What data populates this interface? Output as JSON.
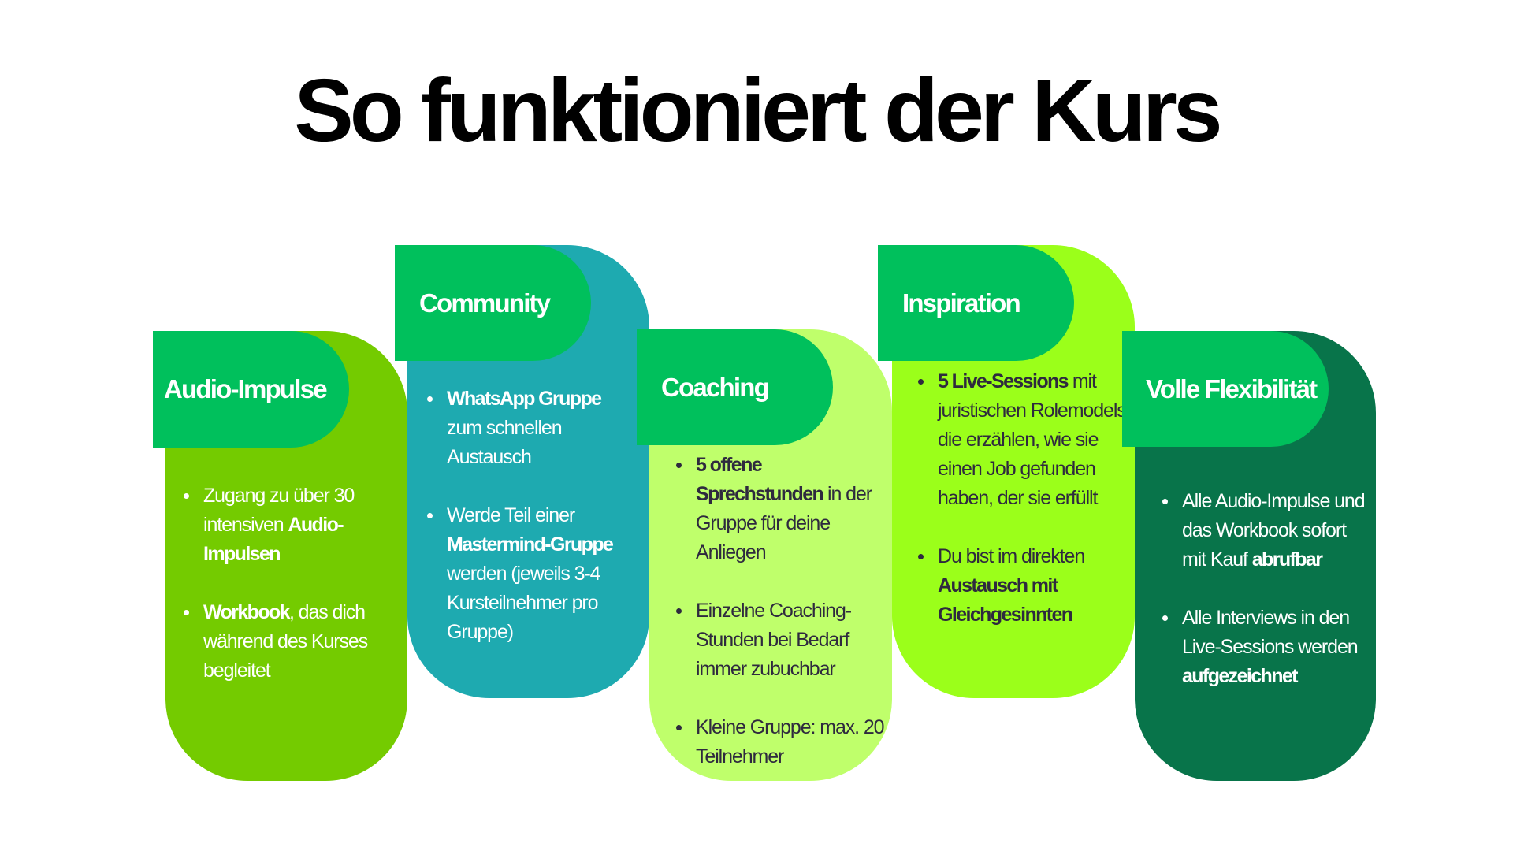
{
  "page": {
    "title": "So funktioniert der Kurs"
  },
  "colors": {
    "tab_green": "#00c05c",
    "audio_card": "#74cb00",
    "community_card": "#1eaab0",
    "coaching_card": "#bfff6b",
    "inspiration_card": "#9bff1a",
    "flex_card": "#08744a",
    "light_text": "#ffffff",
    "dark_text": "#2e2a3e"
  },
  "cards": [
    {
      "title": "Audio-Impulse",
      "items": [
        {
          "parts": [
            "Zugang zu über 30 intensiven ",
            "Audio-Impulsen",
            ""
          ]
        },
        {
          "parts": [
            "",
            "Workbook",
            ", das dich während des Kurses begleitet"
          ]
        }
      ]
    },
    {
      "title": "Community",
      "items": [
        {
          "parts": [
            "",
            "WhatsApp Gruppe",
            " zum  schnellen Austausch"
          ]
        },
        {
          "parts": [
            "Werde Teil einer ",
            "Mastermind-Gruppe",
            " werden (jeweils 3-4 Kursteilnehmer pro Gruppe)"
          ]
        }
      ]
    },
    {
      "title": "Coaching",
      "items": [
        {
          "parts": [
            "",
            "5 offene Sprechstunden",
            "  in der Gruppe für deine Anliegen"
          ]
        },
        {
          "parts": [
            "Einzelne Coaching-Stunden bei Bedarf immer zubuchbar",
            "",
            ""
          ]
        },
        {
          "parts": [
            "Kleine Gruppe: max. 20 Teilnehmer",
            "",
            ""
          ]
        }
      ]
    },
    {
      "title": "Inspiration",
      "items": [
        {
          "parts": [
            "",
            "5 Live-Sessions",
            " mit juristischen Rolemodels, die erzählen, wie sie einen Job gefunden haben, der sie erfüllt"
          ]
        },
        {
          "parts": [
            "Du bist im direkten ",
            "Austausch mit Gleichgesinnten",
            ""
          ]
        }
      ]
    },
    {
      "title": "Volle Flexibilität",
      "items": [
        {
          "parts": [
            "Alle Audio-Impulse und das Workbook sofort mit Kauf ",
            "abrufbar",
            ""
          ]
        },
        {
          "parts": [
            "Alle Interviews in den Live-Sessions werden ",
            "aufgezeichnet",
            ""
          ]
        }
      ]
    }
  ]
}
